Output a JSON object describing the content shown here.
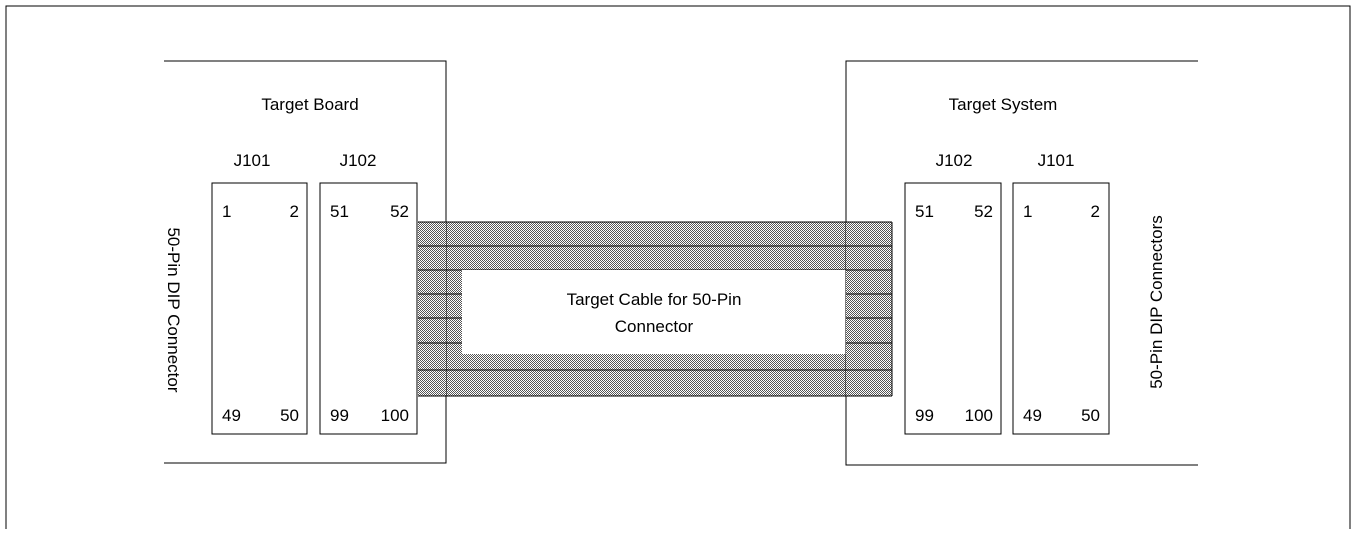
{
  "left_board": {
    "title": "Target Board",
    "side_label": "50-Pin DIP Connector",
    "connectors": [
      {
        "name": "J101",
        "pins": {
          "top_left": "1",
          "top_right": "2",
          "bottom_left": "49",
          "bottom_right": "50"
        }
      },
      {
        "name": "J102",
        "pins": {
          "top_left": "51",
          "top_right": "52",
          "bottom_left": "99",
          "bottom_right": "100"
        }
      }
    ]
  },
  "right_board": {
    "title": "Target System",
    "side_label": "50-Pin DIP Connectors",
    "connectors": [
      {
        "name": "J102",
        "pins": {
          "top_left": "51",
          "top_right": "52",
          "bottom_left": "99",
          "bottom_right": "100"
        }
      },
      {
        "name": "J101",
        "pins": {
          "top_left": "1",
          "top_right": "2",
          "bottom_left": "49",
          "bottom_right": "50"
        }
      }
    ]
  },
  "cable": {
    "label_line1": "Target Cable for 50-Pin",
    "label_line2": "Connector"
  }
}
